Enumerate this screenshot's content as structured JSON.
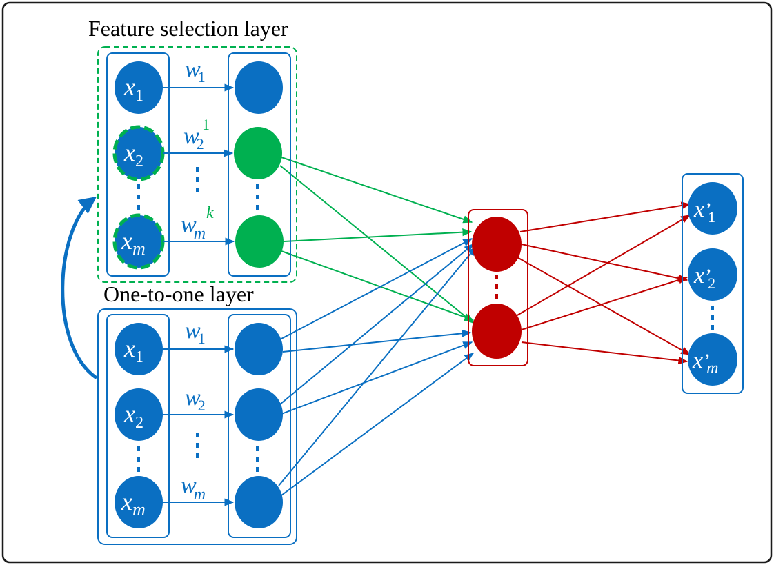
{
  "titles": {
    "feature_selection": "Feature selection layer",
    "one_to_one": "One-to-one layer"
  },
  "inputs": {
    "x1": {
      "base": "x",
      "sub": "1"
    },
    "x2": {
      "base": "x",
      "sub": "2"
    },
    "xm": {
      "base": "x",
      "sub": "m"
    }
  },
  "fs_weights": {
    "w1": {
      "base": "w",
      "sub": "1"
    },
    "w2": {
      "base": "w",
      "sub": "2",
      "sup": "1"
    },
    "wm": {
      "base": "w",
      "sub": "m",
      "sup": "k"
    }
  },
  "oto_weights": {
    "w1": {
      "base": "w",
      "sub": "1"
    },
    "w2": {
      "base": "w",
      "sub": "2"
    },
    "wm": {
      "base": "w",
      "sub": "m"
    }
  },
  "outputs": {
    "x1": {
      "base": "x",
      "prime": "’",
      "sub": "1"
    },
    "x2": {
      "base": "x",
      "prime": "’",
      "sub": "2"
    },
    "xm": {
      "base": "x",
      "prime": "’",
      "sub": "m"
    }
  },
  "colors": {
    "blue": "#0a6fc2",
    "green": "#00b050",
    "red": "#c00000",
    "border": "#1a1a1a"
  }
}
